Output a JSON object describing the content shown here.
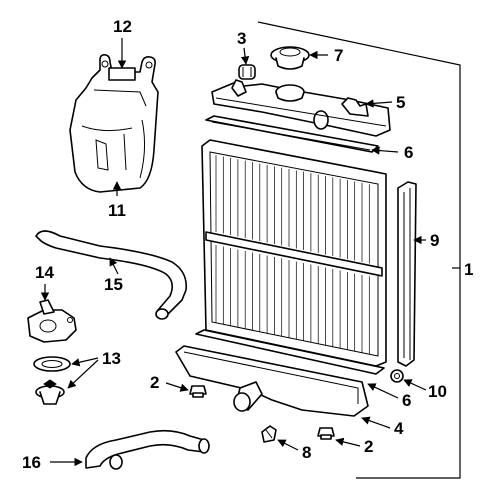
{
  "callouts": {
    "c1": "1",
    "c2a": "2",
    "c2b": "2",
    "c3": "3",
    "c4": "4",
    "c5": "5",
    "c6a": "6",
    "c6b": "6",
    "c7": "7",
    "c8": "8",
    "c9": "9",
    "c10": "10",
    "c11": "11",
    "c12": "12",
    "c13": "13",
    "c14": "14",
    "c15": "15",
    "c16": "16"
  }
}
